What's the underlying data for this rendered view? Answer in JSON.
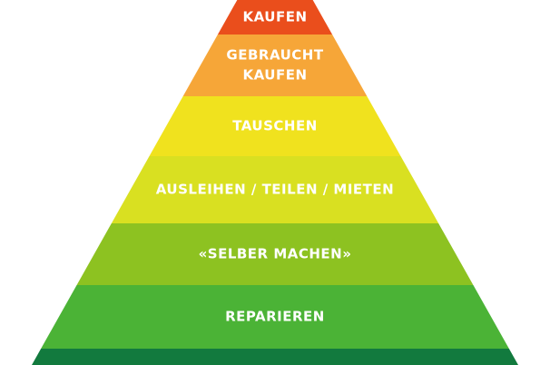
{
  "pyramid": {
    "tiers": [
      {
        "label_lines": [
          "KAUFEN"
        ],
        "color": "#EA4E1C"
      },
      {
        "label_lines": [
          "GEBRAUCHT",
          "KAUFEN"
        ],
        "color": "#F6A638"
      },
      {
        "label_lines": [
          "TAUSCHEN"
        ],
        "color": "#F0E21E"
      },
      {
        "label_lines": [
          "AUSLEIHEN / TEILEN / MIETEN"
        ],
        "color": "#D9E021"
      },
      {
        "label_lines": [
          "«SELBER MACHEN»"
        ],
        "color": "#8DC221"
      },
      {
        "label_lines": [
          "REPARIEREN"
        ],
        "color": "#4BB336"
      },
      {
        "label_lines": [],
        "color": "#127A3E"
      }
    ]
  }
}
